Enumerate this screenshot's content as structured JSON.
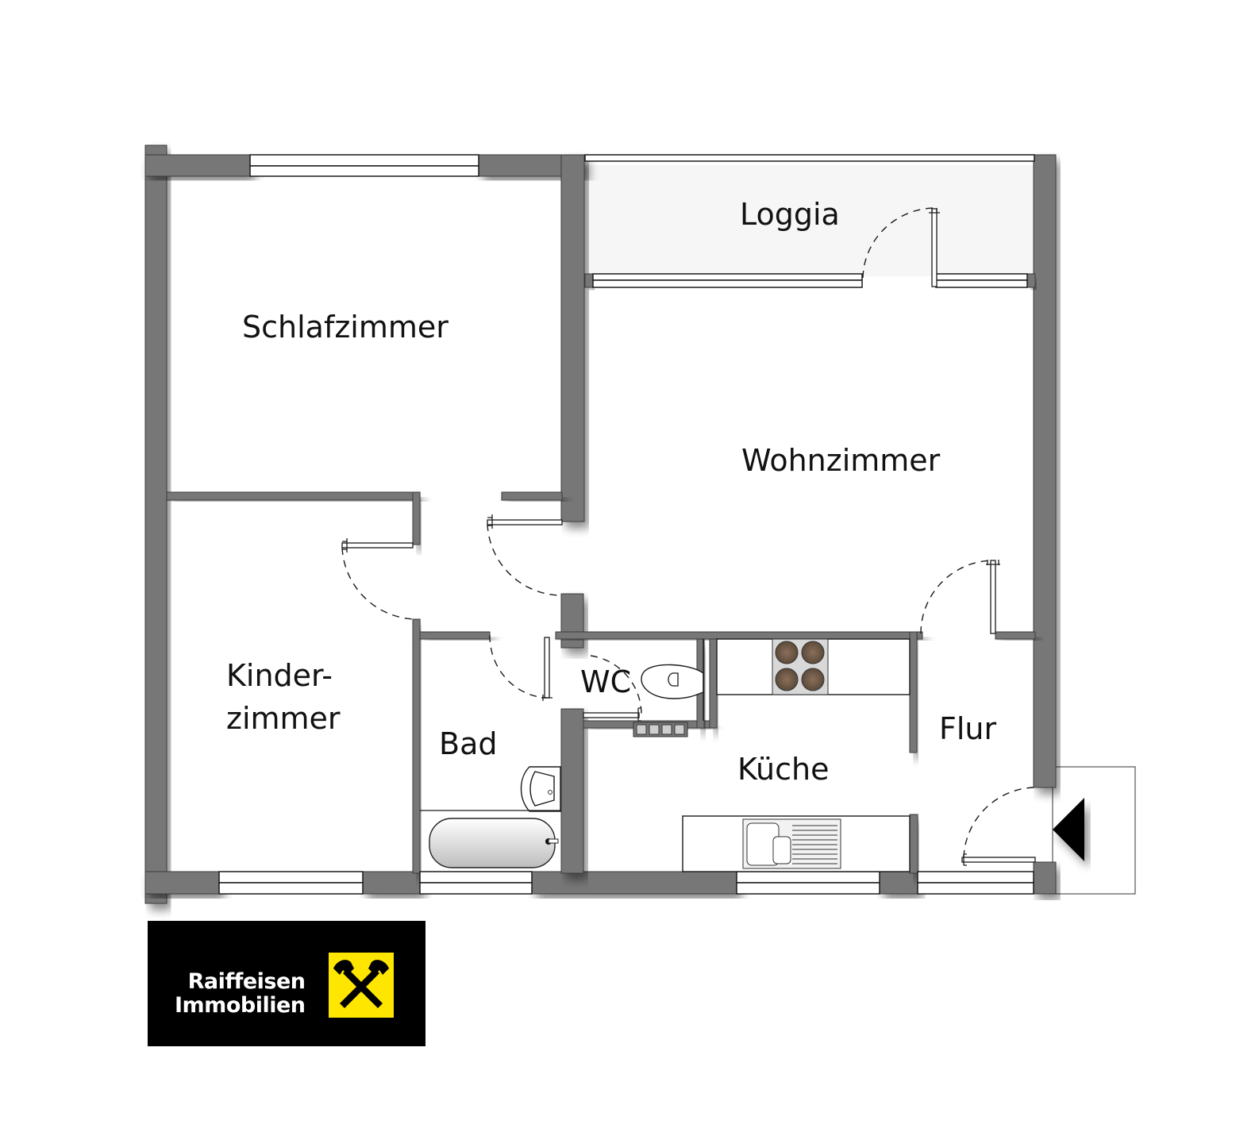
{
  "floorplan": {
    "rooms": [
      {
        "id": "schlafzimmer",
        "label": "Schlafzimmer"
      },
      {
        "id": "loggia",
        "label": "Loggia"
      },
      {
        "id": "wohnzimmer",
        "label": "Wohnzimmer"
      },
      {
        "id": "kinderzimmer",
        "label_line1": "Kinder-",
        "label_line2": "zimmer"
      },
      {
        "id": "bad",
        "label": "Bad"
      },
      {
        "id": "wc",
        "label": "WC"
      },
      {
        "id": "kueche",
        "label": "Küche"
      },
      {
        "id": "flur",
        "label": "Flur"
      }
    ],
    "entrance_marker": "entrance-arrow",
    "colors": {
      "wall": "#777777",
      "background": "#ffffff",
      "stove_burner": "#6b5a48",
      "logo_background": "#000000",
      "logo_accent": "#ffe600"
    }
  },
  "logo": {
    "line1": "Raiffeisen",
    "line2": "Immobilien",
    "icon": "raiffeisen-crossed-horse-heads-icon"
  }
}
